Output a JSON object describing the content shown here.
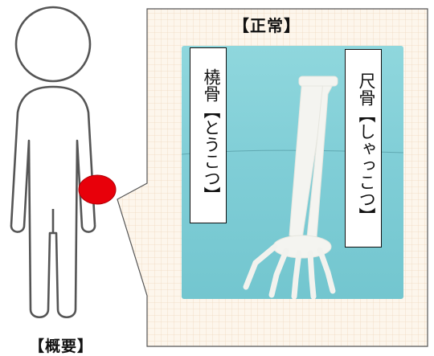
{
  "title": "【正常】",
  "caption": "【概要】",
  "labels": {
    "radius": "橈骨【とうこつ】",
    "ulna": "尺骨【しゃっこつ】"
  },
  "colors": {
    "grid_paper": "#fdf6ec",
    "grid_line": "#f0d9bf",
    "xray_bg": "#7fcdd6",
    "marker": "#e8000a"
  },
  "icons": [
    "person-outline",
    "red-dot-marker",
    "xray-forearm"
  ]
}
